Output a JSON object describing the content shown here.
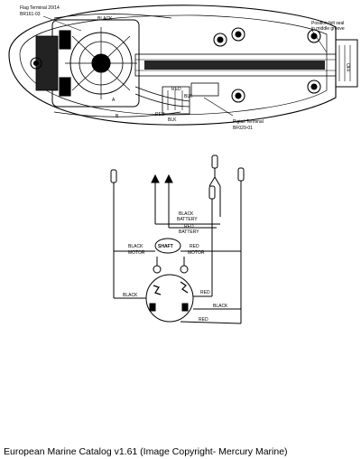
{
  "top_diagram": {
    "flag_terminal": "Flag Terminal 20/14",
    "flag_part": "BR161-03",
    "black_wire": "BLACK",
    "felt_seal_line1": "Position felt seal",
    "felt_seal_line2": "in middle groove",
    "off_label": "OFF",
    "pigtail_terminal": "Pigtail Terminal",
    "pigtail_part": "BF029-01",
    "letter_a": "A",
    "letter_b": "B",
    "small_labels": [
      "RED",
      "BLK",
      "RED",
      "BLK"
    ]
  },
  "schematic": {
    "black_battery": [
      "BLACK",
      "BATTERY"
    ],
    "red_battery": [
      "RED",
      "BATTERY"
    ],
    "shaft": "SHAFT",
    "black_motor": [
      "BLACK",
      "MOTOR"
    ],
    "red_motor": [
      "RED",
      "MOTOR"
    ],
    "wire_labels": [
      "BLACK",
      "RED",
      "BLACK",
      "RED"
    ]
  },
  "caption": "European Marine Catalog v1.61 (Image Copyright- Mercury Marine)"
}
